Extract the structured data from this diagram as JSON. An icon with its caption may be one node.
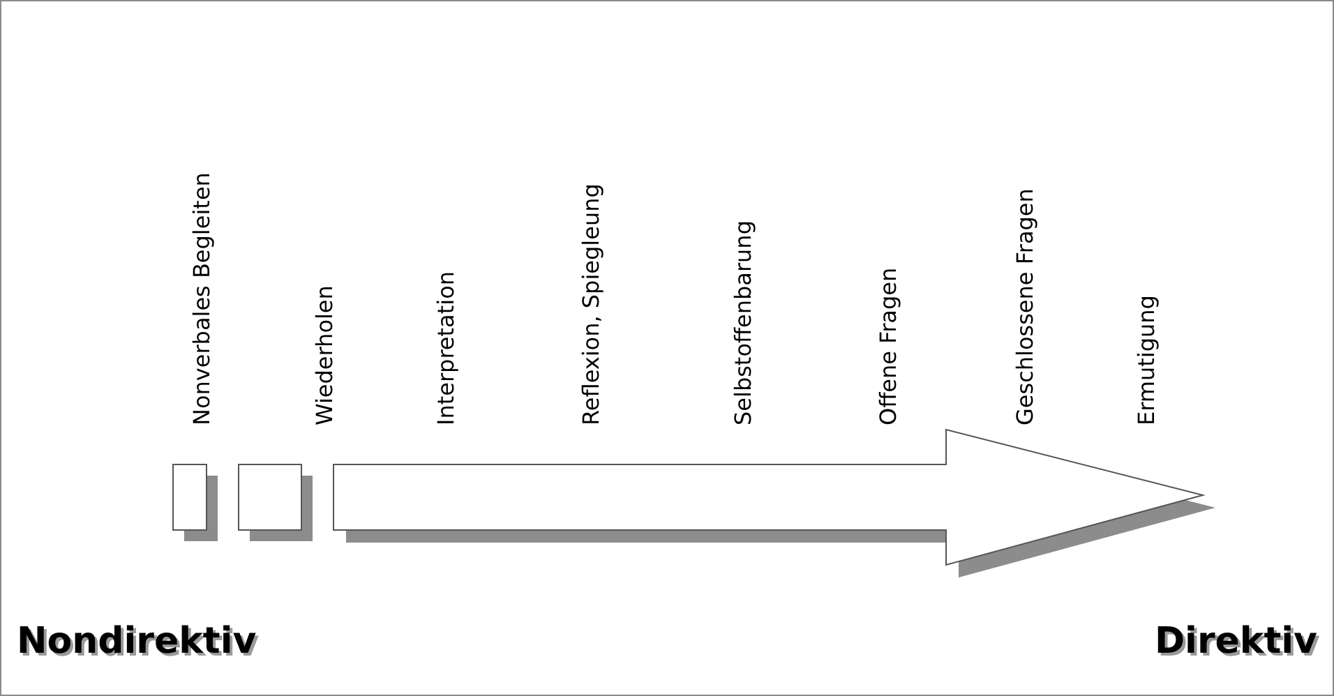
{
  "diagram": {
    "labels": [
      "Nonverbales Begleiten",
      "Wiederholen",
      "Interpretation",
      "Reflexion, Spiegleung",
      "Selbstoffenbarung",
      "Offene Fragen",
      "Geschlossene Fragen",
      "Ermutigung",
      "Nondirektiv",
      "Direktiv"
    ]
  }
}
